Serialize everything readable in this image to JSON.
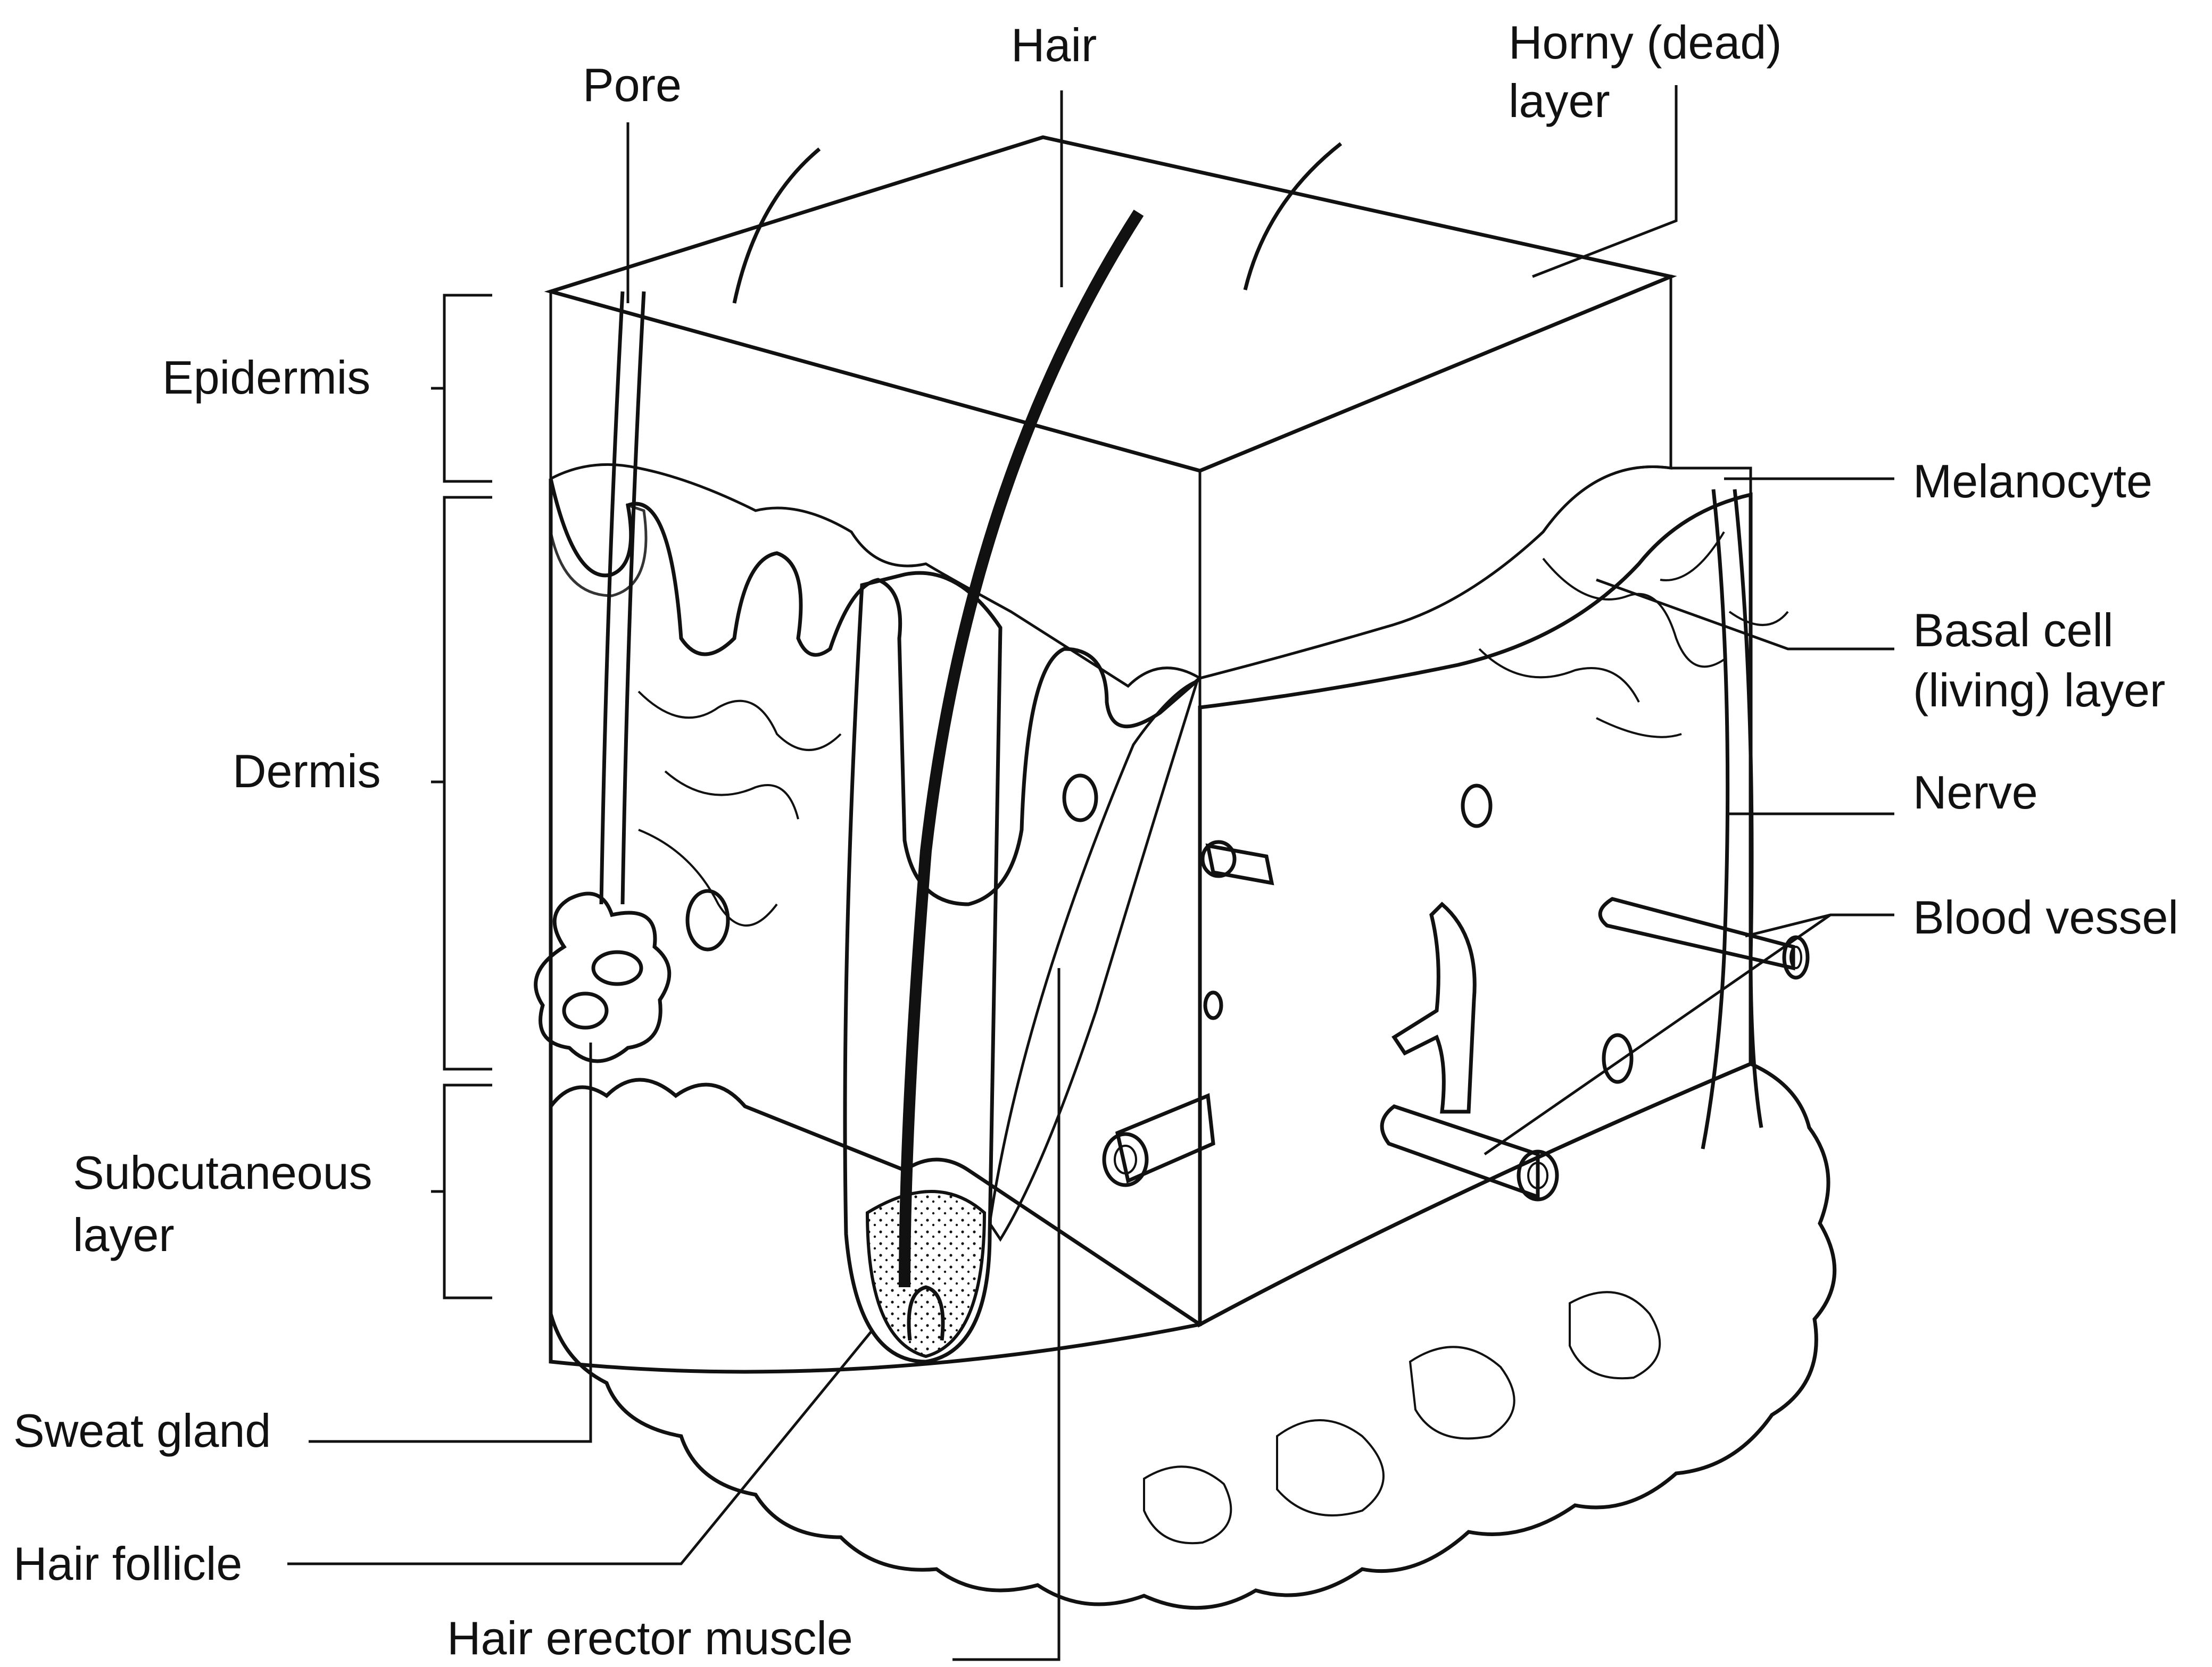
{
  "labels": {
    "pore": "Pore",
    "hair": "Hair",
    "horny_1": "Horny (dead)",
    "horny_2": "layer",
    "epidermis": "Epidermis",
    "dermis": "Dermis",
    "subcutaneous_1": "Subcutaneous",
    "subcutaneous_2": "layer",
    "melanocyte": "Melanocyte",
    "basal_1": "Basal cell",
    "basal_2": "(living) layer",
    "nerve": "Nerve",
    "blood_vessel": "Blood vessel",
    "sweat_gland": "Sweat gland",
    "hair_follicle": "Hair follicle",
    "hair_erector_muscle": "Hair erector muscle"
  },
  "colors": {
    "ink": "#111111",
    "background": "#ffffff"
  }
}
